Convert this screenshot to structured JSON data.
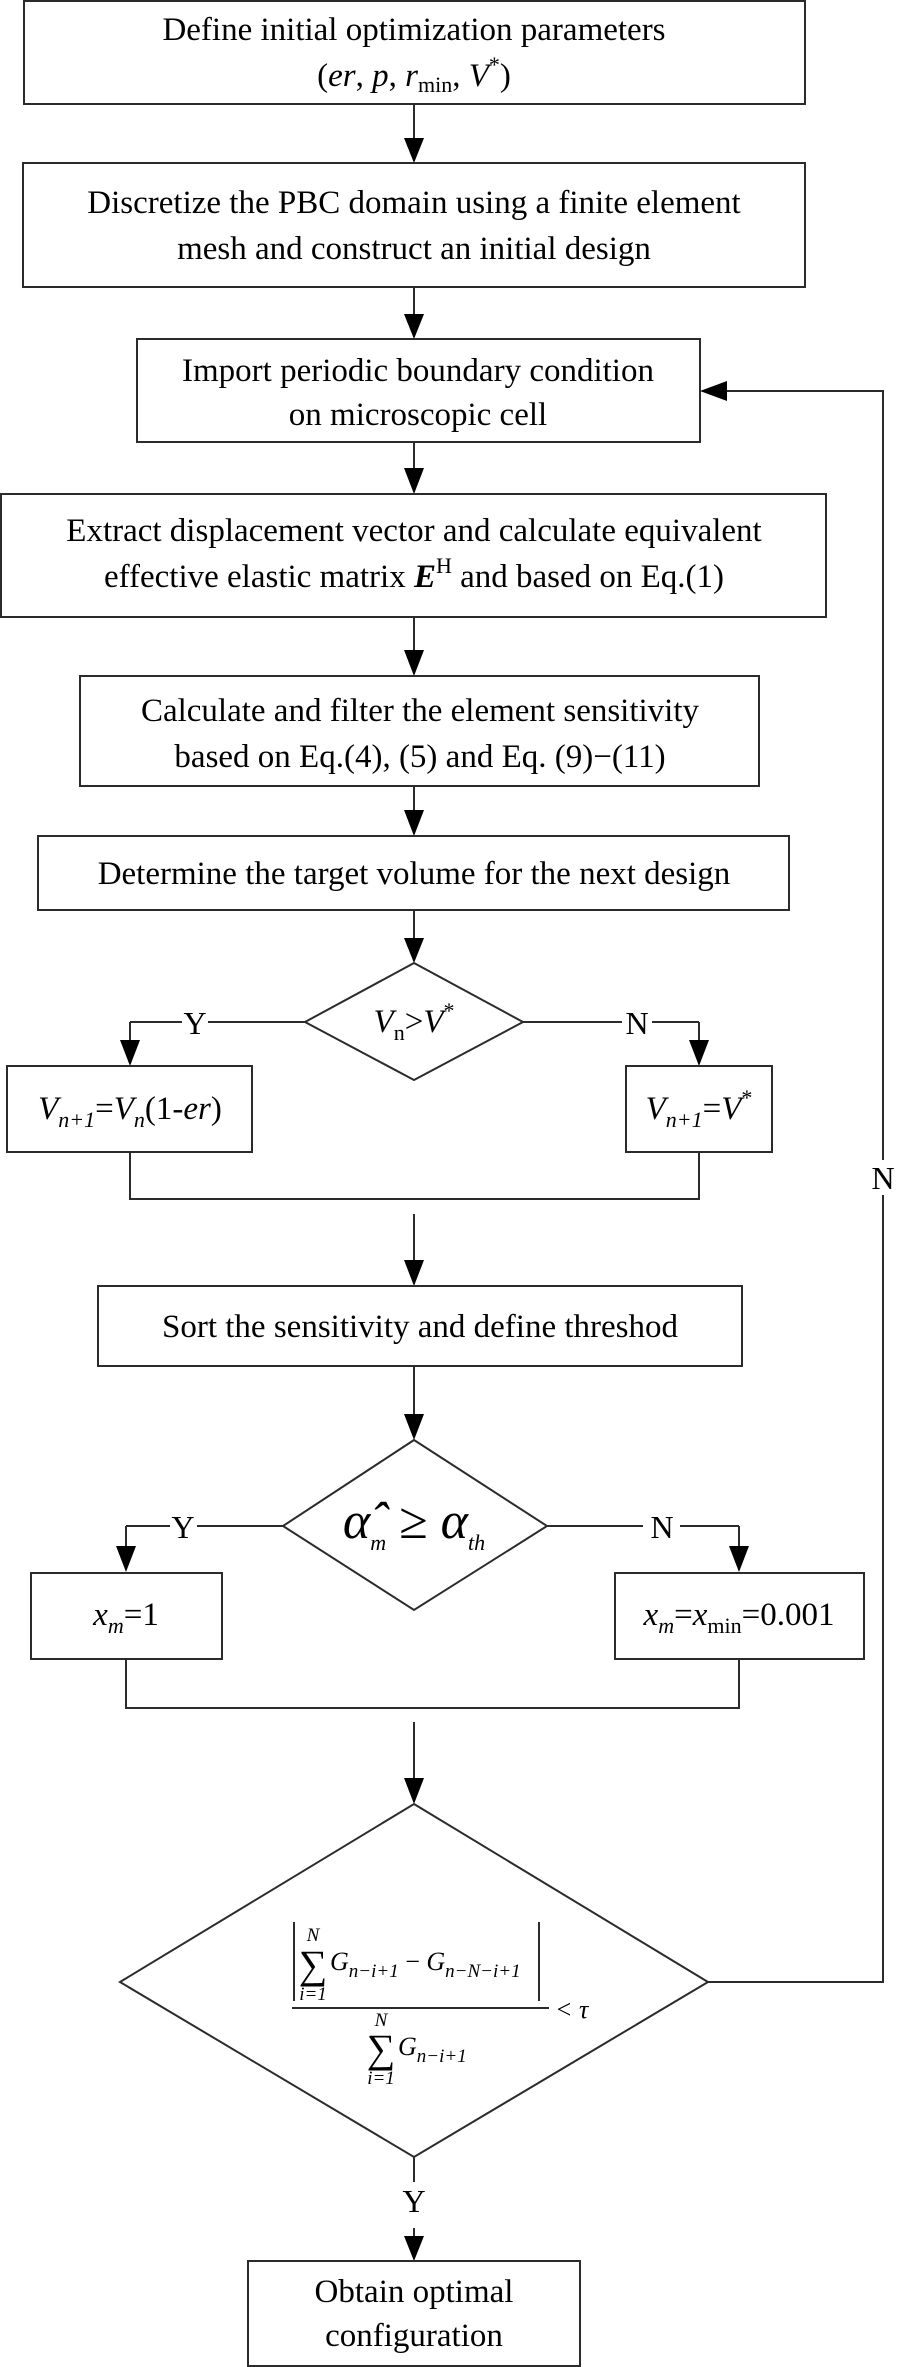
{
  "title": "Topology optimization flowchart",
  "colors": {
    "stroke": "#2b2b2b",
    "text": "#000000",
    "background": "#ffffff"
  },
  "steps": {
    "define_params": {
      "line1": "Define initial optimization parameters",
      "line2_prefix": "(",
      "er": "er",
      "comma1": ", ",
      "p": "p",
      "comma2": ", ",
      "r": "r",
      "r_sub": "min",
      "comma3": ", ",
      "V": "V",
      "V_sup": "*",
      "line2_suffix": ")"
    },
    "discretize": {
      "line1": "Discretize the PBC domain using a finite element",
      "line2": "mesh and construct an initial design"
    },
    "import_pbc": {
      "line1": "Import periodic boundary condition",
      "line2": "on microscopic cell"
    },
    "extract": {
      "line1": "Extract displacement vector and calculate equivalent",
      "line2_prefix": "effective elastic matrix ",
      "E": "E",
      "E_sup": "H",
      "line2_suffix": " and based on Eq.(1)"
    },
    "sensitivity": {
      "line1": "Calculate and filter the element sensitivity",
      "line2": "based on Eq.(4), (5) and Eq. (9)−(11)"
    },
    "target_volume": {
      "line1": "Determine the target volume for the next design"
    },
    "sort": {
      "line1": "Sort the sensitivity and define threshod"
    },
    "final": {
      "line1": "Obtain optimal",
      "line2": "configuration"
    }
  },
  "decisions": {
    "volume": {
      "V": "V",
      "V_sub": "n",
      "op": ">",
      "V2": "V",
      "V2_sup": "*",
      "yes": "Y",
      "no": "N"
    },
    "volume_yes_box": {
      "V": "V",
      "sub1": "n+1",
      "eq": "=",
      "V2": "V",
      "sub2": "n",
      "rest_open": "(1-",
      "er": "er",
      "rest_close": ")"
    },
    "volume_no_box": {
      "V": "V",
      "sub1": "n+1",
      "eq": "=",
      "V2": "V",
      "sup": "*"
    },
    "threshold": {
      "alpha_hat": "α̂",
      "sub_m": "m",
      "op": " ≥ ",
      "alpha": "α",
      "sub_th": "th",
      "yes": "Y",
      "no": "N"
    },
    "threshold_yes_box": {
      "x": "x",
      "sub": "m",
      "rest": "=1"
    },
    "threshold_no_box": {
      "x": "x",
      "sub": "m",
      "eq": "=",
      "x2": "x",
      "sub2": "min",
      "rest": "=0.001"
    },
    "convergence": {
      "sigma": "∑",
      "sum_upper": "N",
      "sum_lower": "i=1",
      "G": "G",
      "num_sub1": "n−i+1",
      "minus": " − ",
      "num_sub2": "n−N−i+1",
      "den_sub": "n−i+1",
      "lt_tau": "< τ",
      "yes": "Y",
      "no": "N"
    }
  }
}
